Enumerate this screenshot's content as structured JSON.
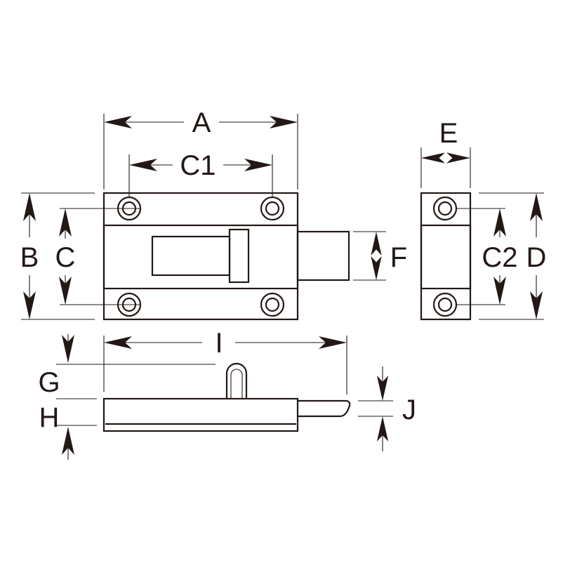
{
  "labels": {
    "A": "A",
    "B": "B",
    "C": "C",
    "C1": "C1",
    "C2": "C2",
    "D": "D",
    "E": "E",
    "F": "F",
    "G": "G",
    "H": "H",
    "I": "I",
    "J": "J"
  },
  "colors": {
    "line": "#231815",
    "background": "#ffffff"
  }
}
